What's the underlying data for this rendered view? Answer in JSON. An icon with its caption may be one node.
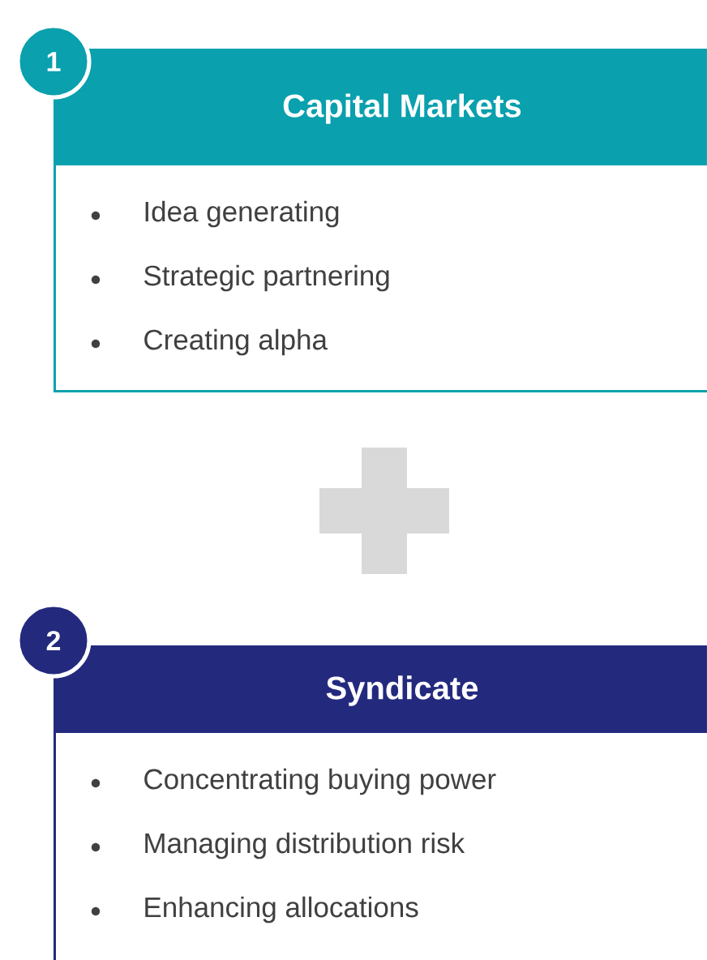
{
  "diagram": {
    "nodes": [
      {
        "text": [
          "1"
        ]
      },
      {
        "text": [
          "Capital Markets",
          "Idea generating",
          "Strategic partnering",
          "Creating alpha"
        ]
      },
      {
        "text": [
          "2"
        ]
      },
      {
        "text": [
          "Syndicate",
          "Concentrating buying power",
          "Managing distribution risk",
          "Enhancing allocations"
        ]
      }
    ]
  }
}
